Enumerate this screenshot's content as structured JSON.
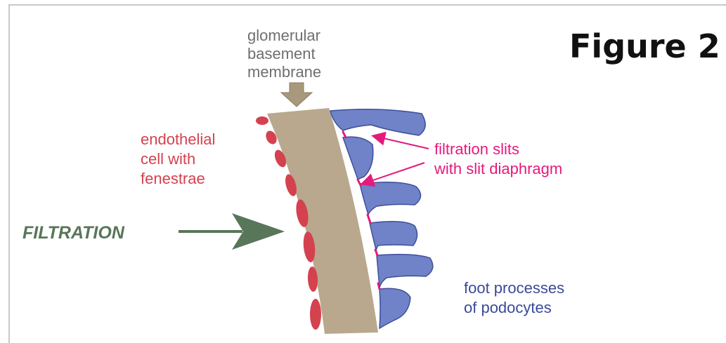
{
  "figure_title": "Figure 2",
  "labels": {
    "gbm": [
      "glomerular",
      "basement",
      "membrane"
    ],
    "endothelial": [
      "endothelial",
      "cell with",
      "fenestrae"
    ],
    "filtration": "FILTRATION",
    "slits": [
      "filtration slits",
      "with slit diaphragm"
    ],
    "podocytes": [
      "foot processes",
      "of podocytes"
    ]
  },
  "colors": {
    "gbm": "#b9a88e",
    "gbm_arrow": "#a8987c",
    "endothelial": "#d4424f",
    "podocyte": "#7082c8",
    "podocyte_outline": "#3e4f9a",
    "slit": "#e6197d",
    "filtration_arrow": "#58765a",
    "gbm_text": "#6f6f6f",
    "podocyte_text": "#3a4a9a"
  },
  "icons": {
    "gbm_arrow": "down-arrow-icon",
    "filtration_arrow": "right-arrow-icon",
    "slit_pointers": "pointer-arrow-icon"
  }
}
